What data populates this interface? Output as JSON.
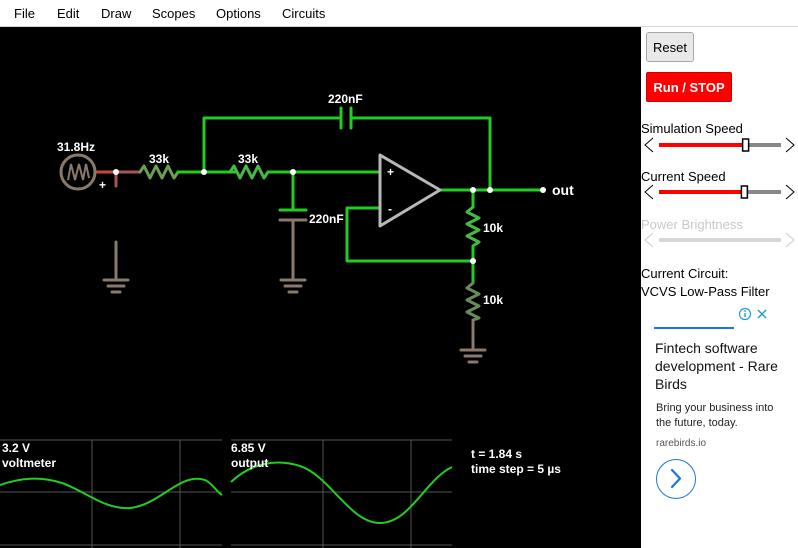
{
  "menu": {
    "file": "File",
    "edit": "Edit",
    "draw": "Draw",
    "scopes": "Scopes",
    "options": "Options",
    "circuits": "Circuits"
  },
  "sidebar": {
    "reset_label": "Reset",
    "run_stop_label": "Run / STOP",
    "simulation_speed_label": "Simulation Speed",
    "simulation_speed_level": 0.71,
    "current_speed_label": "Current Speed",
    "current_speed_level": 0.7,
    "power_brightness_label": "Power Brightness",
    "current_circuit_label": "Current Circuit:",
    "current_circuit_name": "VCVS Low-Pass Filter"
  },
  "ad": {
    "title": "Fintech software development - Rare Birds",
    "body": "Bring your business into the future, today.",
    "domain": "rarebirds.io",
    "info_icon": "info-icon",
    "close_icon": "close-icon",
    "next_icon": "chevron-right-icon"
  },
  "circuit": {
    "source_freq": "31.8Hz",
    "source_polarity": "+",
    "r1": "33k",
    "r2": "33k",
    "c_top": "220nF",
    "c_bottom": "220nF",
    "r3": "10k",
    "r4": "10k",
    "opamp_plus": "+",
    "opamp_minus": "-",
    "output_label": "out",
    "colors": {
      "wire_active": "#22cc22",
      "wire_idle": "#8a7a6a",
      "opamp": "#b8b8b8",
      "background": "#000000"
    }
  },
  "scopes": {
    "voltmeter": {
      "value": "3.2 V",
      "name": "voltmeter"
    },
    "output": {
      "value": "6.85 V",
      "name": "output"
    },
    "time": "t = 1.84 s",
    "time_step": "time step = 5 µs"
  }
}
